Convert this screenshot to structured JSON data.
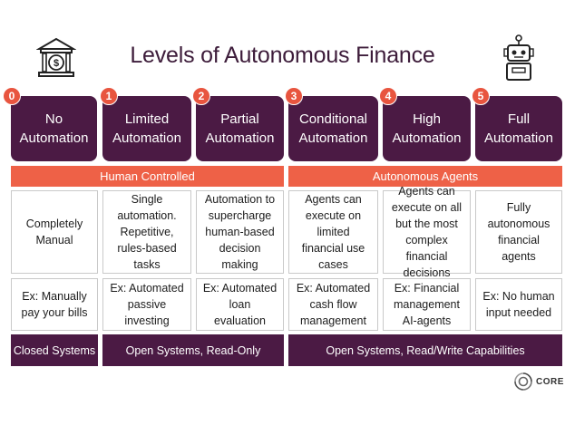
{
  "title": "Levels of Autonomous Finance",
  "icons": {
    "left": "bank-icon",
    "right": "robot-icon",
    "logo": "core-logo-icon"
  },
  "colors": {
    "level_bg": "#4b1a44",
    "band_bg": "#ee6147",
    "badge_bg": "#e8553f"
  },
  "levels": [
    {
      "number": "0",
      "name_line1": "No",
      "name_line2": "Automation",
      "description": "Completely Manual",
      "example": "Ex: Manually pay your bills"
    },
    {
      "number": "1",
      "name_line1": "Limited",
      "name_line2": "Automation",
      "description": "Single automation. Repetitive, rules-based tasks",
      "example": "Ex: Automated passive investing"
    },
    {
      "number": "2",
      "name_line1": "Partial",
      "name_line2": "Automation",
      "description": "Automation to supercharge human-based decision making",
      "example": "Ex: Automated loan evaluation"
    },
    {
      "number": "3",
      "name_line1": "Conditional",
      "name_line2": "Automation",
      "description": "Agents can execute on limited financial use cases",
      "example": "Ex: Automated cash flow management"
    },
    {
      "number": "4",
      "name_line1": "High",
      "name_line2": "Automation",
      "description": "Agents can execute on all but the most complex financial decisions",
      "example": "Ex: Financial management AI-agents"
    },
    {
      "number": "5",
      "name_line1": "Full",
      "name_line2": "Automation",
      "description": "Fully autonomous financial agents",
      "example": "Ex: No human input needed"
    }
  ],
  "groups": {
    "human": "Human Controlled",
    "autonomous": "Autonomous Agents"
  },
  "footers": {
    "closed": "Closed Systems",
    "open_read": "Open Systems, Read-Only",
    "open_rw": "Open Systems, Read/Write Capabilities"
  },
  "logo": {
    "text": "CORE"
  }
}
